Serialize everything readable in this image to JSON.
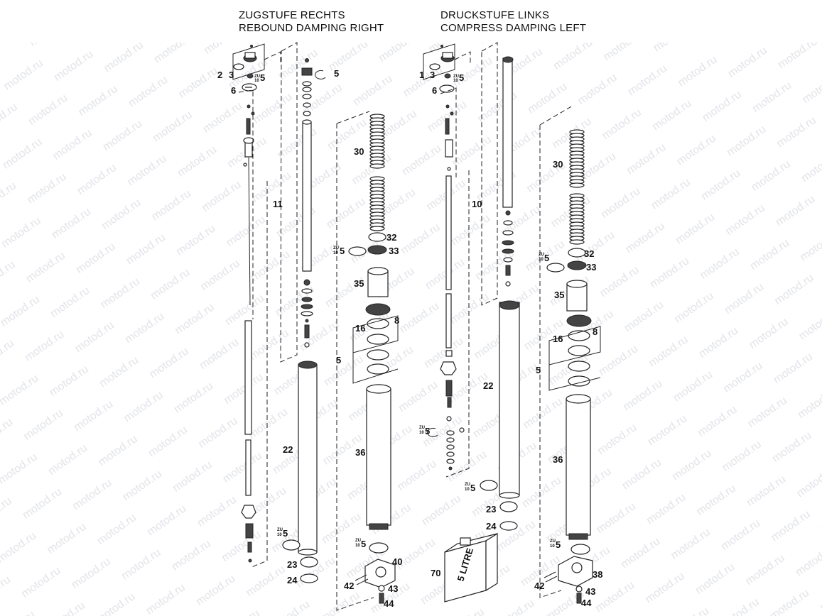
{
  "headers": {
    "right": {
      "line1": "ZUGSTUFE RECHTS",
      "line2": "REBOUND DAMPING RIGHT"
    },
    "left": {
      "line1": "DRUCKSTUFE LINKS",
      "line2": "COMPRESS DAMPING LEFT"
    }
  },
  "watermark": "motod.ru",
  "bottle_text": "5 LITRE",
  "labels": {
    "l_2": "2",
    "l_3": "3",
    "l_5": "5",
    "l_6": "6",
    "l_11": "11",
    "l_5b": "5",
    "l_30": "30",
    "l_32": "32",
    "l_5c": "5",
    "l_33": "33",
    "l_35": "35",
    "l_8": "8",
    "l_16": "16",
    "l_5d": "5",
    "l_22": "22",
    "l_36": "36",
    "l_5e": "5",
    "l_23": "23",
    "l_24": "24",
    "l_5f": "5",
    "l_40": "40",
    "l_42": "42",
    "l_43": "43",
    "l_44": "44",
    "r_1": "1",
    "r_3": "3",
    "r_5": "5",
    "r_6": "6",
    "r_10": "10",
    "r_30": "30",
    "r_5b": "5",
    "r_32": "32",
    "r_33": "33",
    "r_35": "35",
    "r_8": "8",
    "r_16": "16",
    "r_5c": "5",
    "r_22": "22",
    "r_5d": "5",
    "r_36": "36",
    "r_5e": "5",
    "r_23": "23",
    "r_24": "24",
    "r_5f": "5",
    "r_38": "38",
    "r_70": "70",
    "r_42": "42",
    "r_43": "43",
    "r_44": "44"
  },
  "small_marks": {
    "zu": "ZU",
    "n10": "10"
  }
}
